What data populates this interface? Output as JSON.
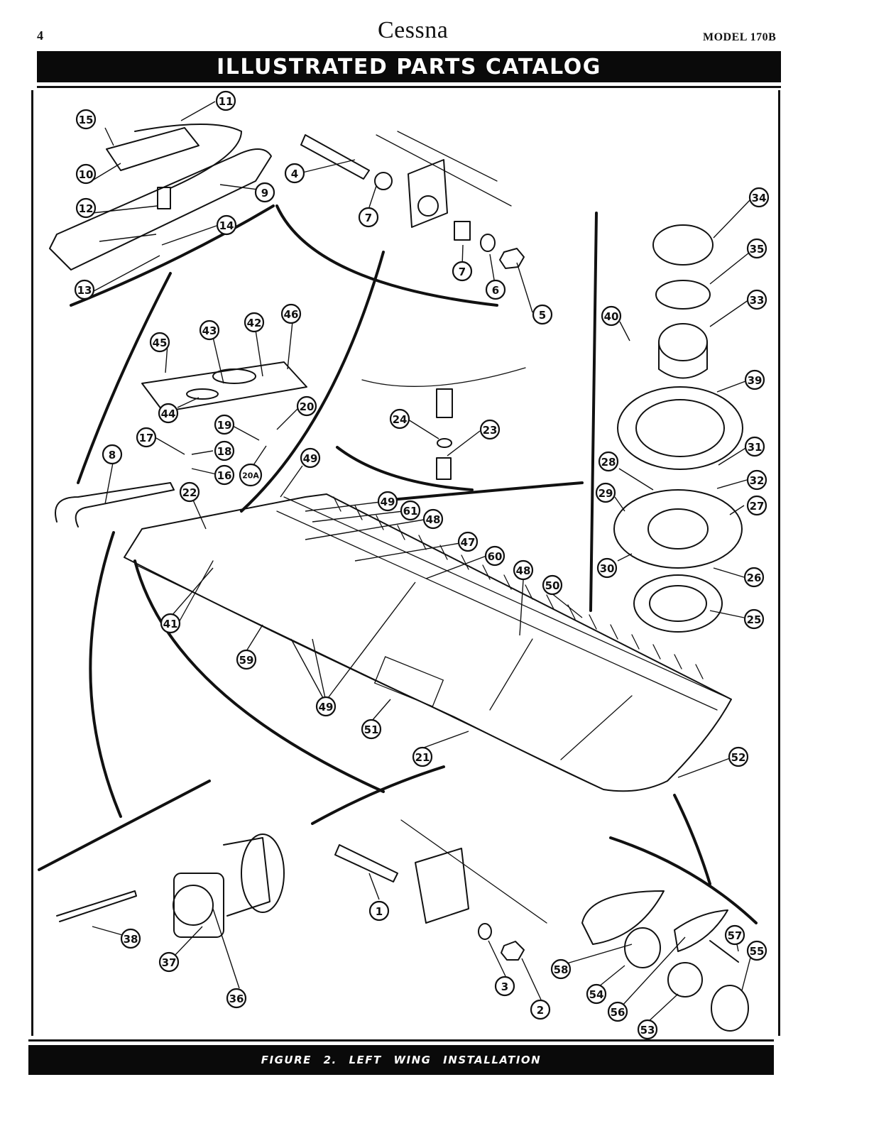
{
  "header": {
    "page_number": "4",
    "brand": "Cessna",
    "model": "MODEL 170B",
    "title": "ILLUSTRATED PARTS CATALOG"
  },
  "figure": {
    "caption": "FIGURE 2.   LEFT WING INSTALLATION"
  },
  "callouts": [
    "1",
    "2",
    "3",
    "4",
    "5",
    "6",
    "7",
    "7",
    "8",
    "9",
    "10",
    "11",
    "12",
    "13",
    "14",
    "15",
    "16",
    "17",
    "18",
    "19",
    "20",
    "20A",
    "21",
    "22",
    "23",
    "24",
    "25",
    "26",
    "27",
    "28",
    "29",
    "30",
    "31",
    "32",
    "33",
    "34",
    "35",
    "36",
    "37",
    "38",
    "39",
    "40",
    "41",
    "42",
    "43",
    "44",
    "45",
    "46",
    "47",
    "48",
    "48",
    "49",
    "49",
    "49",
    "50",
    "51",
    "52",
    "53",
    "54",
    "55",
    "56",
    "57",
    "58",
    "59",
    "60",
    "61"
  ]
}
